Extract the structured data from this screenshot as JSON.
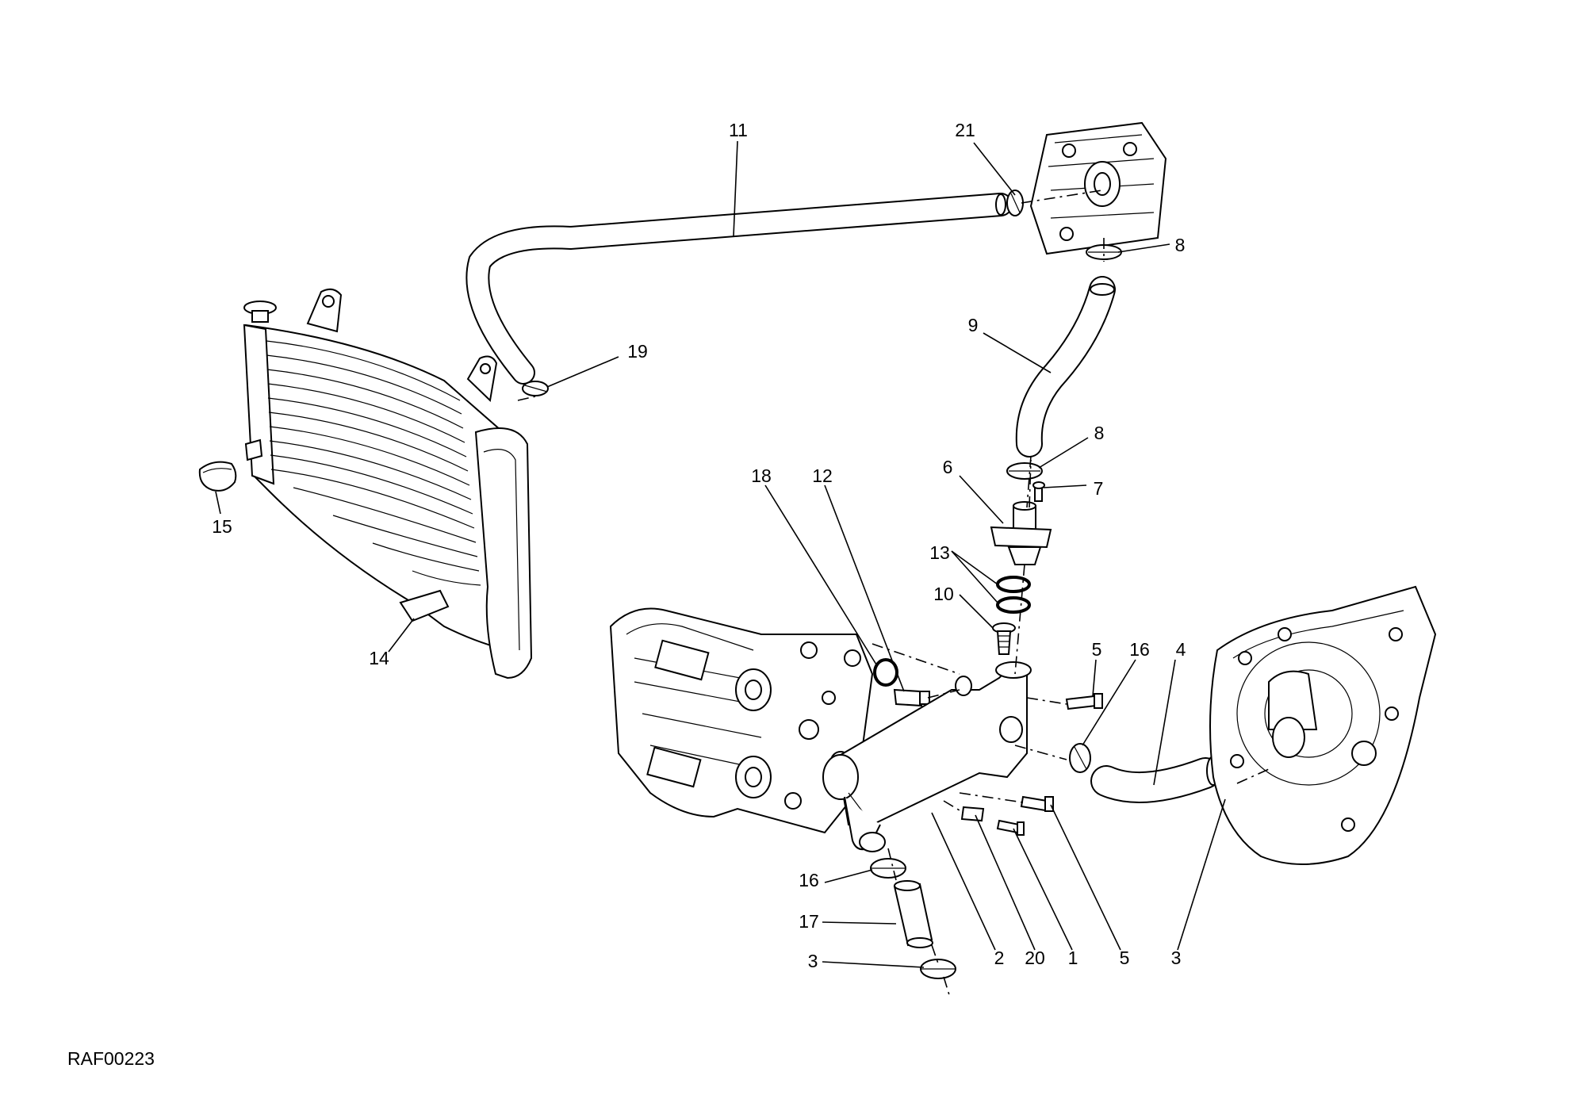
{
  "drawing_code": "RAF00223",
  "callouts": [
    {
      "id": "c11",
      "label": "11"
    },
    {
      "id": "c21",
      "label": "21"
    },
    {
      "id": "c8a",
      "label": "8"
    },
    {
      "id": "c19",
      "label": "19"
    },
    {
      "id": "c9",
      "label": "9"
    },
    {
      "id": "c8b",
      "label": "8"
    },
    {
      "id": "c6",
      "label": "6"
    },
    {
      "id": "c7",
      "label": "7"
    },
    {
      "id": "c15",
      "label": "15"
    },
    {
      "id": "c18",
      "label": "18"
    },
    {
      "id": "c12",
      "label": "12"
    },
    {
      "id": "c13",
      "label": "13"
    },
    {
      "id": "c10",
      "label": "10"
    },
    {
      "id": "c14",
      "label": "14"
    },
    {
      "id": "c5a",
      "label": "5"
    },
    {
      "id": "c16a",
      "label": "16"
    },
    {
      "id": "c4",
      "label": "4"
    },
    {
      "id": "c16b",
      "label": "16"
    },
    {
      "id": "c17",
      "label": "17"
    },
    {
      "id": "c3a",
      "label": "3"
    },
    {
      "id": "c2",
      "label": "2"
    },
    {
      "id": "c20",
      "label": "20"
    },
    {
      "id": "c1",
      "label": "1"
    },
    {
      "id": "c5b",
      "label": "5"
    },
    {
      "id": "c3b",
      "label": "3"
    }
  ]
}
